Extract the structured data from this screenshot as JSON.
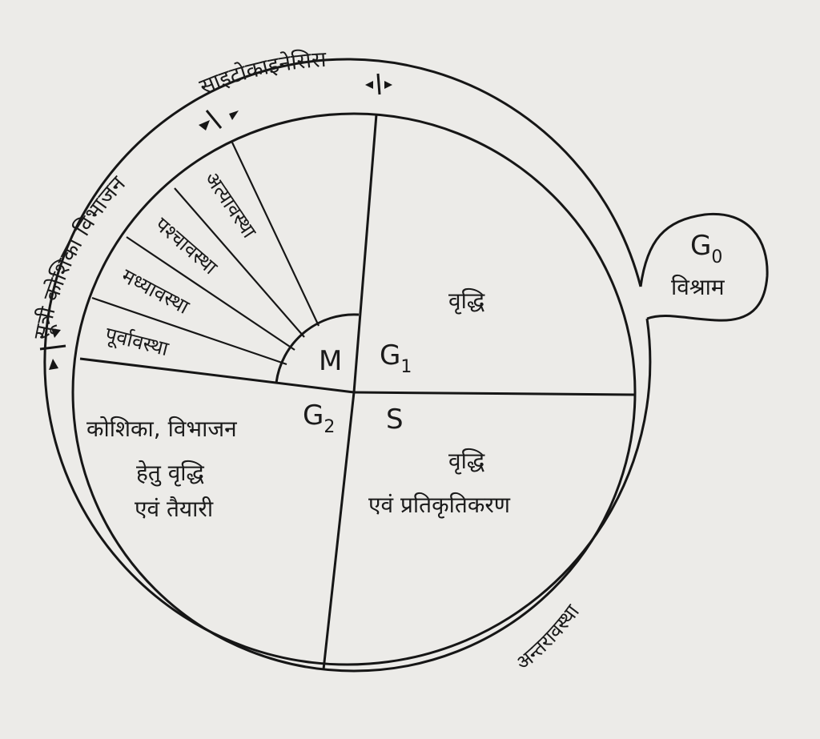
{
  "phases": {
    "g1": {
      "letter": "G",
      "sub": "1",
      "text": "वृद्धि"
    },
    "s": {
      "letter": "S",
      "text_line1": "वृद्धि",
      "text_line2": "एवं प्रतिकृतिकरण"
    },
    "g2": {
      "letter": "G",
      "sub": "2",
      "text_line1": "कोशिका, विभाजन",
      "text_line2": "हेतु वृद्धि",
      "text_line3": "एवं तैयारी"
    },
    "m": {
      "letter": "M"
    },
    "g0": {
      "letter": "G",
      "sub": "0",
      "text": "विश्राम"
    }
  },
  "mitosis_stages": [
    "पूर्वावस्था",
    "मध्यावस्था",
    "पश्चावस्था",
    "अत्यावस्था"
  ],
  "outer_labels": {
    "mitosis": "सूत्री कोशिका विभाजन",
    "cytokinesis": "साइटोकाइनेसिस",
    "interphase": "अन्तरावस्था"
  }
}
